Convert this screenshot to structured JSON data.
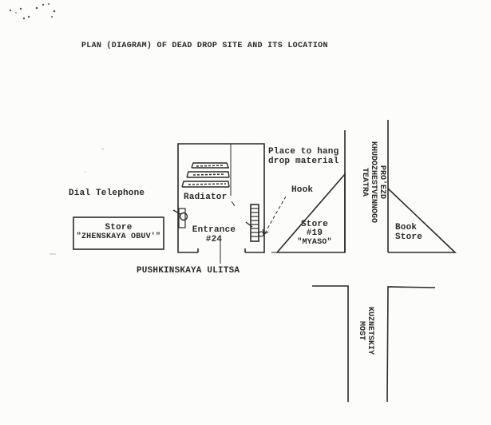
{
  "title": "PLAN (DIAGRAM) OF DEAD DROP SITE AND ITS LOCATION",
  "labels": {
    "dial_telephone": "Dial Telephone",
    "store_left_line1": "Store",
    "store_left_line2": "\"ZHENSKAYA OBUV'\"",
    "radiator": "Radiator",
    "entrance_line1": "Entrance",
    "entrance_line2": "#24",
    "place_line1": "Place to hang",
    "place_line2": "drop material",
    "hook": "Hook",
    "store19_line1": "Store",
    "store19_line2": "#19",
    "store19_line3": "\"MYASO\"",
    "book_store_line1": "Book",
    "book_store_line2": "Store",
    "street_main": "PUSHKINSKAYA ULITSA",
    "street_proezd_line1": "PRO'EZD",
    "street_proezd_line2": "KHUDOZHESTVENNOGO",
    "street_proezd_line3": "TEATRA",
    "street_kuznetskiy_line1": "KUZNETSKIY",
    "street_kuznetskiy_line2": "MOST"
  },
  "colors": {
    "ink": "#2a2a2a",
    "paper": "#fcfcfa"
  }
}
